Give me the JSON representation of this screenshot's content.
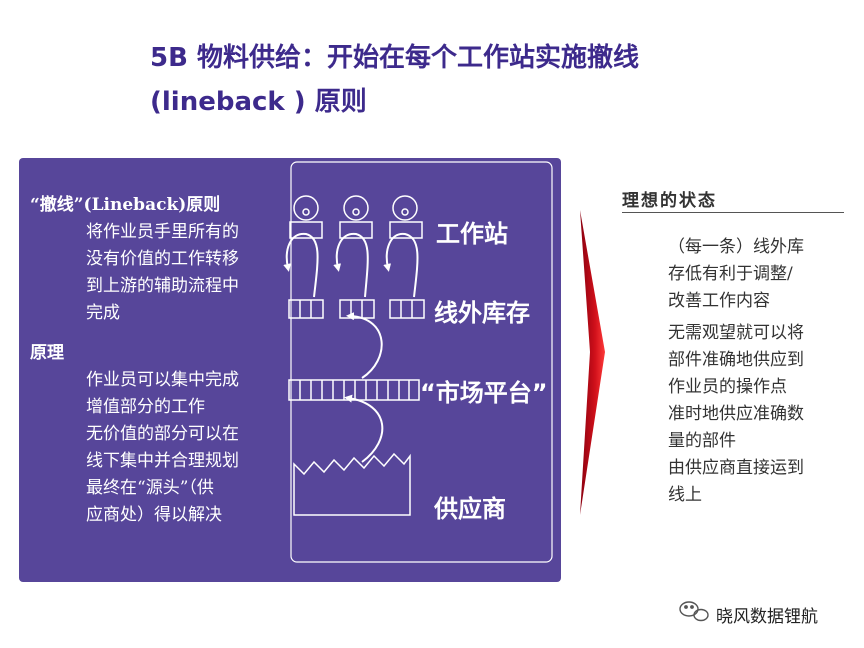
{
  "title": {
    "line1": "5B 物料供给：开始在每个工作站实施撤线",
    "line2": "(lineback ) 原则"
  },
  "left_panel": {
    "lineback_heading": "“撤线”(Lineback)原则",
    "lineback_body": [
      "将作业员手里所有的",
      "没有价值的工作转移",
      "到上游的辅助流程中",
      "完成"
    ],
    "principle_heading": "原理",
    "principle_body": [
      "作业员可以集中完成",
      "增值部分的工作",
      "无价值的部分可以在",
      "线下集中并合理规划",
      "最终在“源头”（供",
      "应商处）得以解决"
    ]
  },
  "diagram": {
    "labels": {
      "workstation": "工作站",
      "offline_inventory": "线外库存",
      "market_platform": "“市场平台”",
      "supplier": "供应商"
    }
  },
  "ideal_state": {
    "title": "理想的状态",
    "para1": [
      "（每一条）线外库",
      "存低有利于调整/",
      "改善工作内容"
    ],
    "para2": [
      "无需观望就可以将",
      "部件准确地供应到",
      "作业员的操作点",
      "准时地供应准确数",
      "量的部件",
      "由供应商直接运到",
      "线上"
    ]
  },
  "watermark": {
    "text": "晓风数据锂航",
    "icon": "wechat-icon"
  },
  "colors": {
    "panel": "#57469a",
    "title": "#3d2a8c",
    "arrow": "#d0101a"
  }
}
